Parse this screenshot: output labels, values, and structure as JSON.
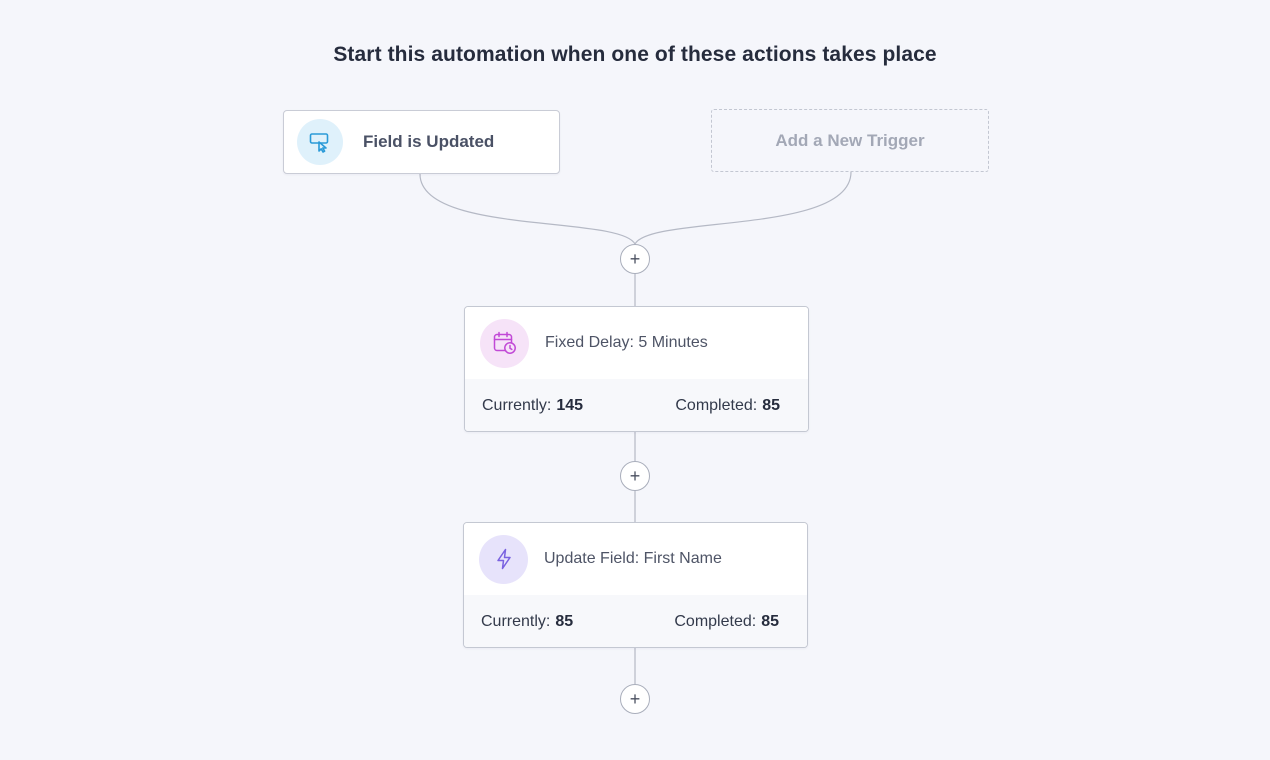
{
  "heading": "Start this automation when one of these actions takes place",
  "triggers": [
    {
      "label": "Field is Updated",
      "icon": "cursor-click-icon",
      "icon_color": "#2a9ad8",
      "icon_bg": "#dff1fb"
    }
  ],
  "add_trigger_label": "Add a New Trigger",
  "steps": [
    {
      "title": "Fixed Delay: 5 Minutes",
      "icon": "calendar-clock-icon",
      "icon_color": "#c149d6",
      "icon_bg": "#f6e3f8",
      "currently_label": "Currently:",
      "currently_value": "145",
      "completed_label": "Completed:",
      "completed_value": "85"
    },
    {
      "title": "Update Field: First Name",
      "icon": "lightning-icon",
      "icon_color": "#7a62e0",
      "icon_bg": "#e7e3fb",
      "currently_label": "Currently:",
      "currently_value": "85",
      "completed_label": "Completed:",
      "completed_value": "85"
    }
  ],
  "add_step_symbol": "+"
}
